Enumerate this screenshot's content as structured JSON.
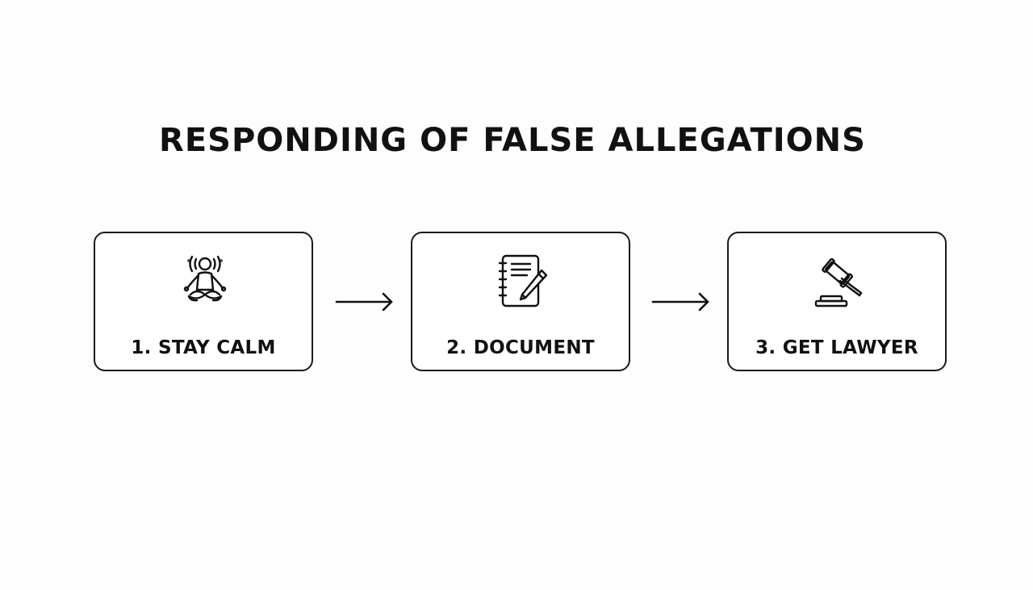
{
  "title": "RESPONDING OF FALSE ALLEGATIONS",
  "steps": [
    {
      "label": "1. STAY CALM",
      "icon": "meditation-icon"
    },
    {
      "label": "2. DOCUMENT",
      "icon": "notebook-pen-icon"
    },
    {
      "label": "3. GET LAWYER",
      "icon": "gavel-icon"
    }
  ],
  "connectors": [
    "arrow-right-icon",
    "arrow-right-icon"
  ],
  "colors": {
    "stroke": "#111111",
    "background": "#fdfdfd",
    "box_fill": "#ffffff"
  }
}
